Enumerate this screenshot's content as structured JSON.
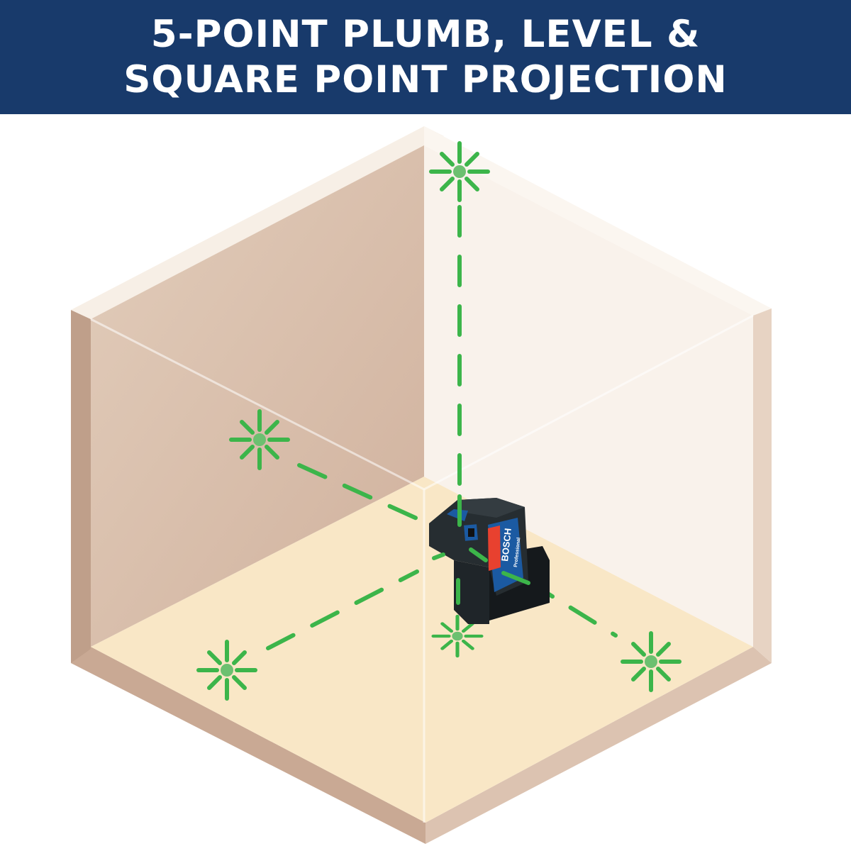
{
  "header": {
    "title_line1": "5-POINT PLUMB, LEVEL &",
    "title_line2": "SQUARE POINT PROJECTION"
  },
  "colors": {
    "header_bg": "#183a6b",
    "laser_green": "#3cb54a",
    "laser_dot": "#6cc070",
    "left_wall": "#dcc4b2",
    "right_wall": "#f8f0e7",
    "floor": "#f9e7c6",
    "device_body": "#1f2529",
    "device_blue": "#1b5aa2",
    "device_red": "#e8412f"
  },
  "device": {
    "brand": "BOSCH",
    "line": "Professional"
  },
  "laser_points": [
    "plumb-up",
    "left-wall",
    "floor-left",
    "plumb-down",
    "floor-right"
  ]
}
